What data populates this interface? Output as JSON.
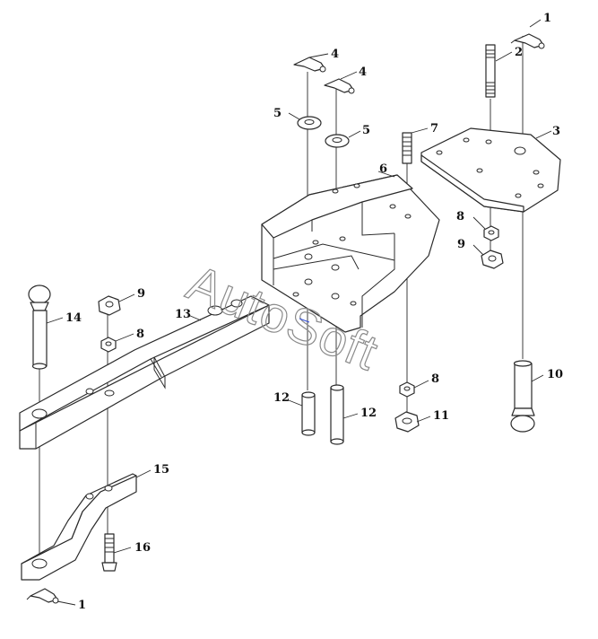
{
  "watermark": "AutoSoft",
  "colors": {
    "line": "#2a2a2a",
    "watermark": "#8a8a8a",
    "background": "#ffffff"
  },
  "callouts": {
    "c1_top": "1",
    "c2": "2",
    "c3": "3",
    "c4_a": "4",
    "c4_b": "4",
    "c5_a": "5",
    "c5_b": "5",
    "c6": "6",
    "c7": "7",
    "c8_right": "8",
    "c9_right": "9",
    "c10": "10",
    "c12_a": "12",
    "c12_b": "12",
    "c8_lower": "8",
    "c11": "11",
    "c9_left": "9",
    "c8_left": "8",
    "c13": "13",
    "c14": "14",
    "c15": "15",
    "c16": "16",
    "c1_bottom": "1"
  }
}
